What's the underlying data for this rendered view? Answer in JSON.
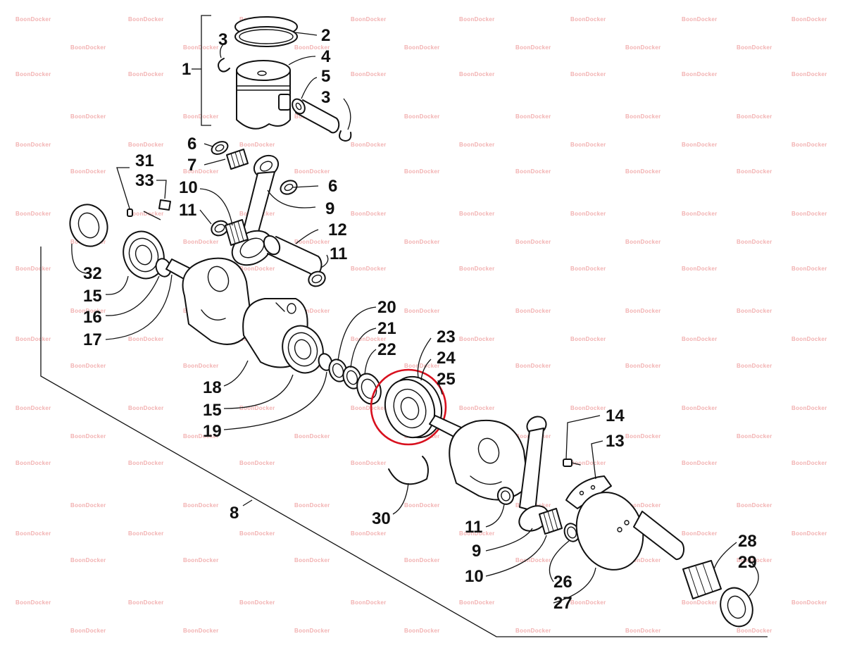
{
  "watermark_text": "BoonDocker",
  "highlight_color": "#d8101e",
  "callouts": [
    {
      "id": "c1",
      "text": "1"
    },
    {
      "id": "c2",
      "text": "2"
    },
    {
      "id": "c3a",
      "text": "3"
    },
    {
      "id": "c4",
      "text": "4"
    },
    {
      "id": "c5",
      "text": "5"
    },
    {
      "id": "c3b",
      "text": "3"
    },
    {
      "id": "c6a",
      "text": "6"
    },
    {
      "id": "c7",
      "text": "7"
    },
    {
      "id": "c6b",
      "text": "6"
    },
    {
      "id": "c10a",
      "text": "10"
    },
    {
      "id": "c9a",
      "text": "9"
    },
    {
      "id": "c11a",
      "text": "11"
    },
    {
      "id": "c12",
      "text": "12"
    },
    {
      "id": "c11b",
      "text": "11"
    },
    {
      "id": "c31",
      "text": "31"
    },
    {
      "id": "c33",
      "text": "33"
    },
    {
      "id": "c32",
      "text": "32"
    },
    {
      "id": "c15a",
      "text": "15"
    },
    {
      "id": "c16",
      "text": "16"
    },
    {
      "id": "c17",
      "text": "17"
    },
    {
      "id": "c20",
      "text": "20"
    },
    {
      "id": "c21",
      "text": "21"
    },
    {
      "id": "c22",
      "text": "22"
    },
    {
      "id": "c23",
      "text": "23"
    },
    {
      "id": "c24",
      "text": "24"
    },
    {
      "id": "c25",
      "text": "25"
    },
    {
      "id": "c18",
      "text": "18"
    },
    {
      "id": "c15b",
      "text": "15"
    },
    {
      "id": "c19",
      "text": "19"
    },
    {
      "id": "c14",
      "text": "14"
    },
    {
      "id": "c13",
      "text": "13"
    },
    {
      "id": "c8",
      "text": "8"
    },
    {
      "id": "c30",
      "text": "30"
    },
    {
      "id": "c11c",
      "text": "11"
    },
    {
      "id": "c9b",
      "text": "9"
    },
    {
      "id": "c10b",
      "text": "10"
    },
    {
      "id": "c26",
      "text": "26"
    },
    {
      "id": "c27",
      "text": "27"
    },
    {
      "id": "c28",
      "text": "28"
    },
    {
      "id": "c29",
      "text": "29"
    }
  ]
}
